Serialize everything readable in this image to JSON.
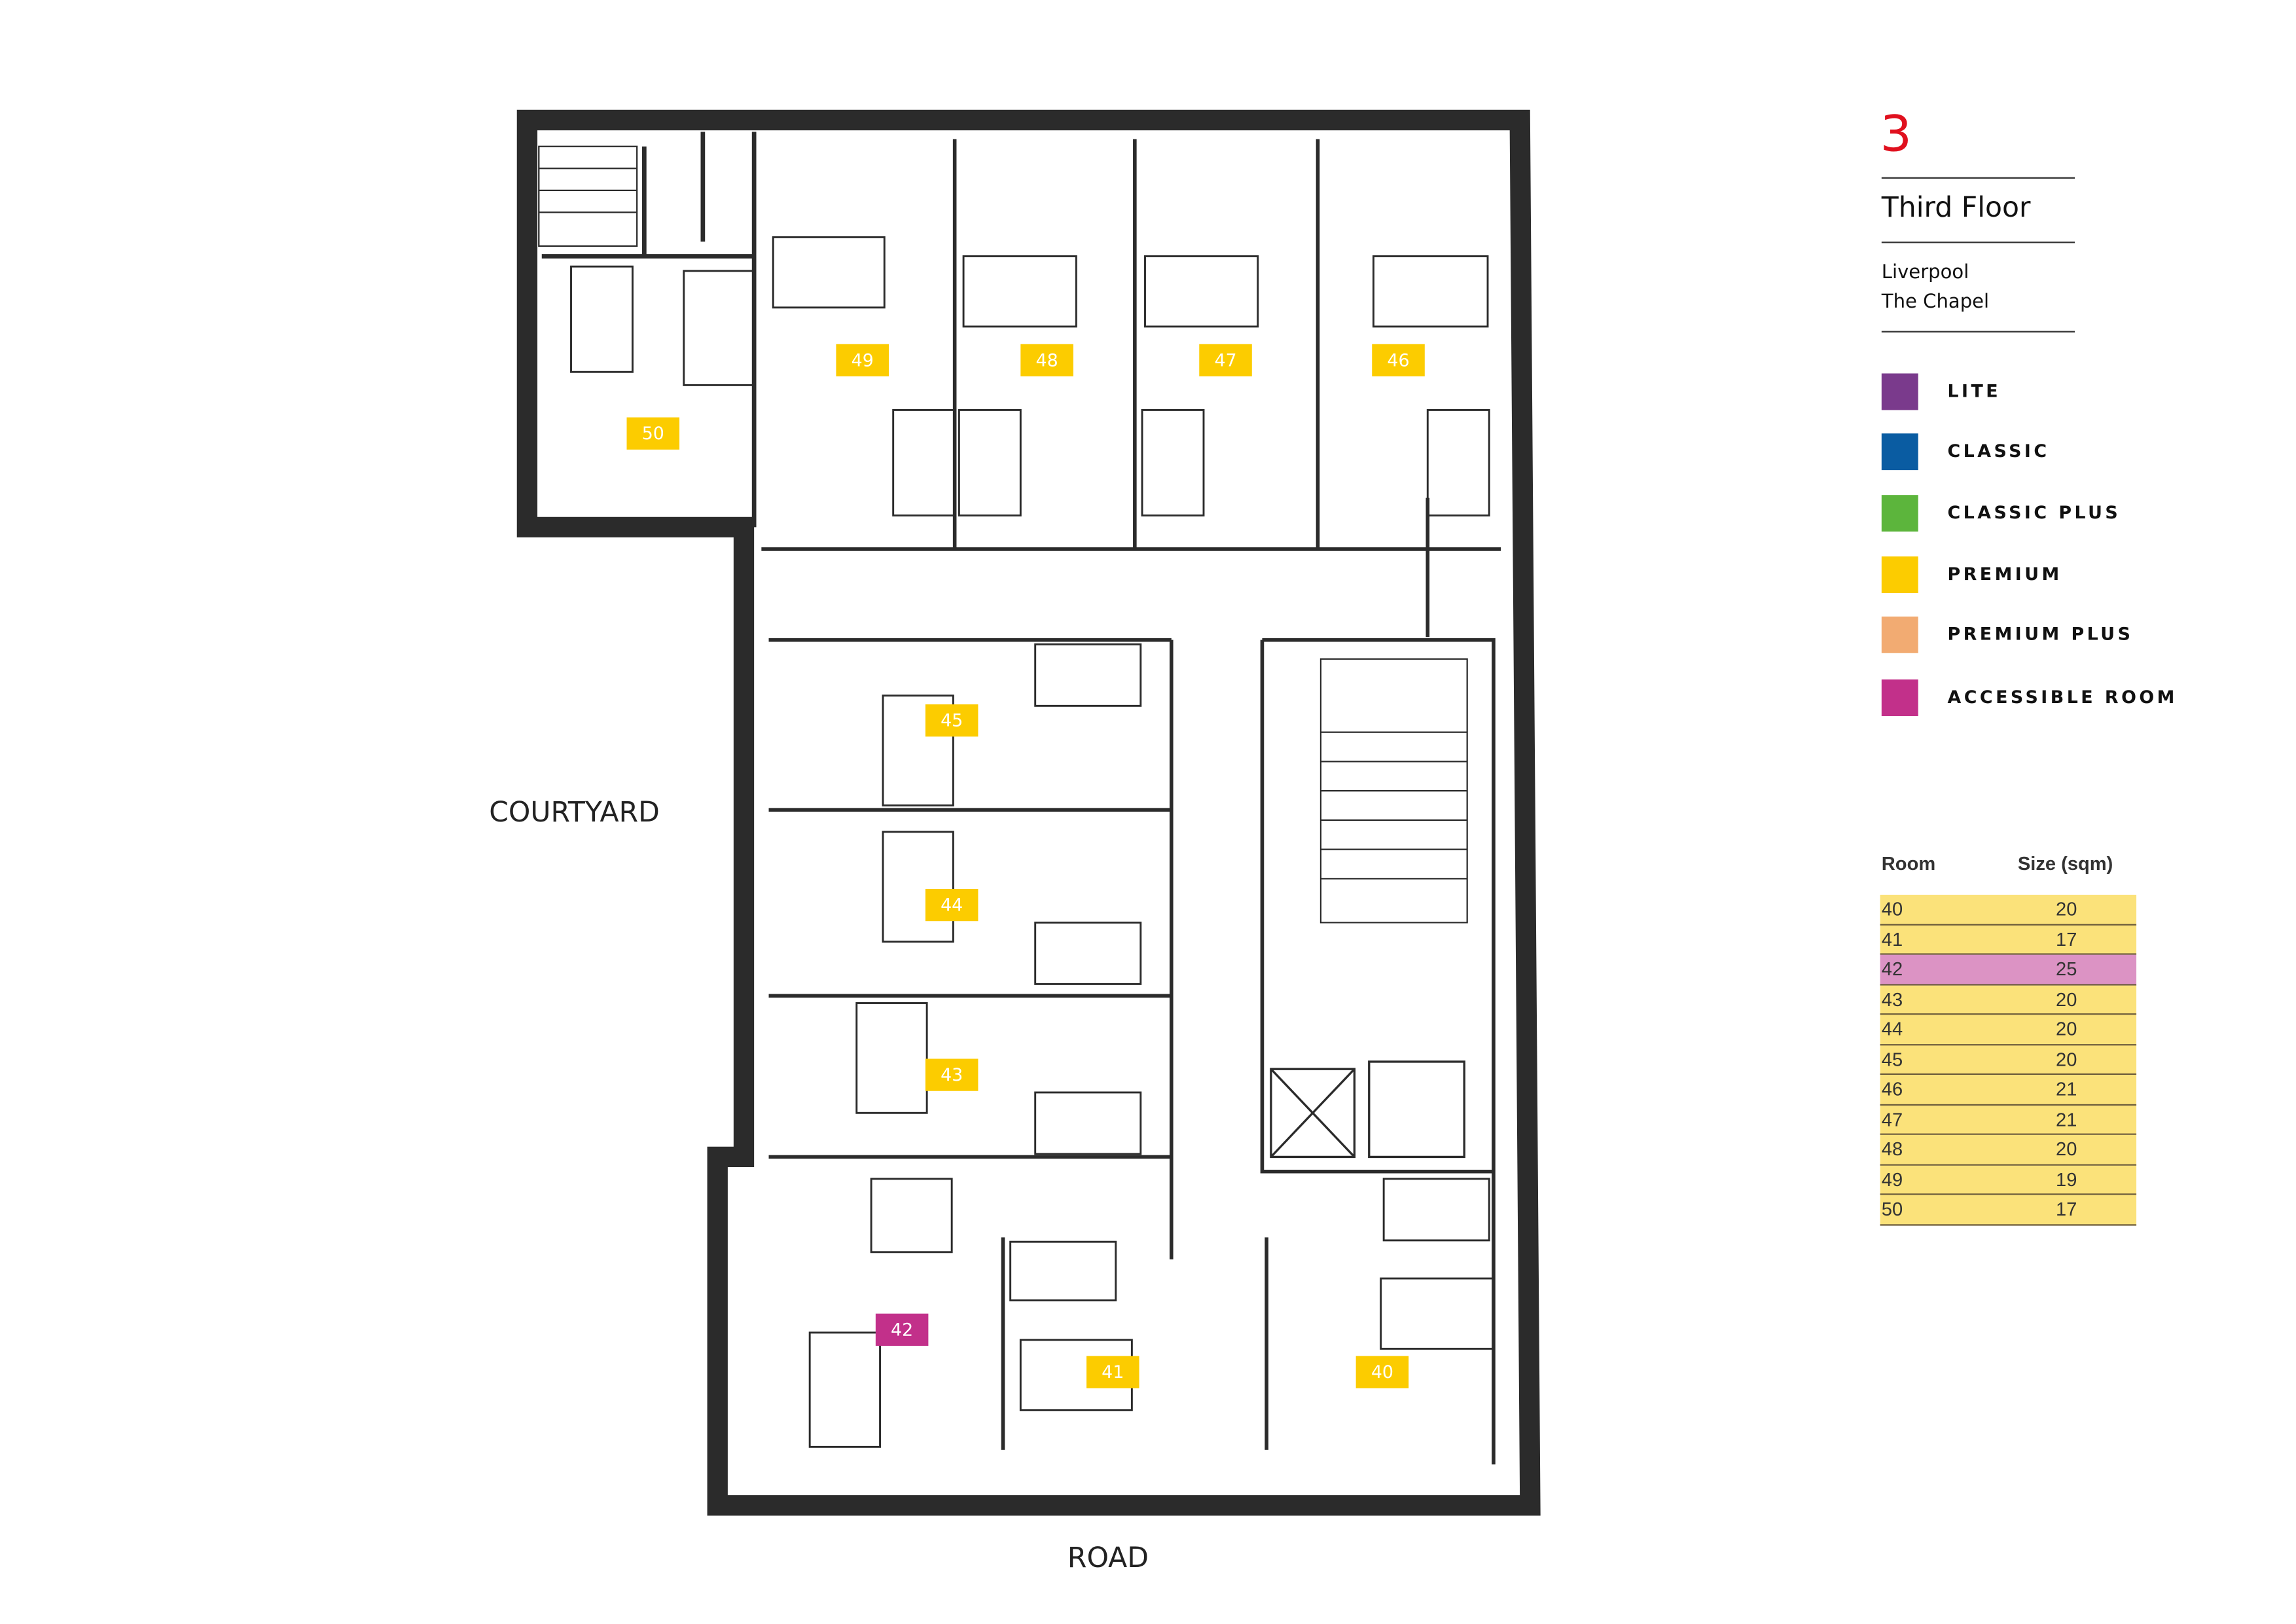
{
  "floor": {
    "number": "3",
    "title": "Third Floor",
    "city": "Liverpool",
    "building": "The Chapel"
  },
  "orientation": {
    "left": "COURTYARD",
    "bottom": "ROAD"
  },
  "legend": [
    {
      "label": "LITE",
      "color": "#7a3a8c"
    },
    {
      "label": "CLASSIC",
      "color": "#0a5ca2"
    },
    {
      "label": "CLASSIC PLUS",
      "color": "#5cb53c"
    },
    {
      "label": "PREMIUM",
      "color": "#fccc00"
    },
    {
      "label": "PREMIUM PLUS",
      "color": "#f2ab72"
    },
    {
      "label": "ACCESSIBLE ROOM",
      "color": "#c2308a"
    }
  ],
  "table": {
    "headers": {
      "room": "Room",
      "size": "Size (sqm)"
    },
    "rows": [
      {
        "room": "40",
        "size": "20",
        "type": "PREMIUM"
      },
      {
        "room": "41",
        "size": "17",
        "type": "PREMIUM"
      },
      {
        "room": "42",
        "size": "25",
        "type": "ACCESSIBLE ROOM"
      },
      {
        "room": "43",
        "size": "20",
        "type": "PREMIUM"
      },
      {
        "room": "44",
        "size": "20",
        "type": "PREMIUM"
      },
      {
        "room": "45",
        "size": "20",
        "type": "PREMIUM"
      },
      {
        "room": "46",
        "size": "21",
        "type": "PREMIUM"
      },
      {
        "room": "47",
        "size": "21",
        "type": "PREMIUM"
      },
      {
        "room": "48",
        "size": "20",
        "type": "PREMIUM"
      },
      {
        "room": "49",
        "size": "19",
        "type": "PREMIUM"
      },
      {
        "room": "50",
        "size": "17",
        "type": "PREMIUM"
      }
    ]
  },
  "colors": {
    "premium": "#fccc00",
    "accessible": "#c2308a",
    "wall": "#2b2b2b",
    "accent": "#e0101e"
  }
}
